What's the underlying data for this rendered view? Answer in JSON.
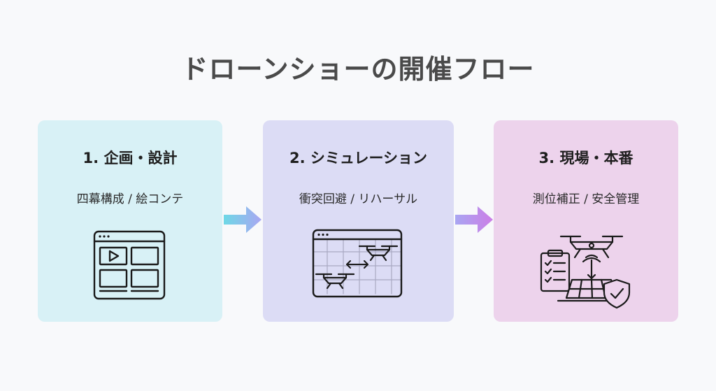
{
  "title": "ドローンショーの開催フロー",
  "steps": [
    {
      "title": "1. 企画・設計",
      "subtitle": "四幕構成 / 絵コンテ",
      "icon": "storyboard-icon",
      "color": "#d8f1f6"
    },
    {
      "title": "2. シミュレーション",
      "subtitle": "衝突回避 / リハーサル",
      "icon": "simulation-grid-drones-icon",
      "color": "#dcdcf5"
    },
    {
      "title": "3. 現場・本番",
      "subtitle": "測位補正 / 安全管理",
      "icon": "drone-checklist-shield-icon",
      "color": "#edd3ec"
    }
  ],
  "arrows": [
    {
      "icon": "arrow-right-icon",
      "from": "#6ed8e6",
      "to": "#a9a6f2"
    },
    {
      "icon": "arrow-right-icon",
      "from": "#a9a6f2",
      "to": "#cc7ee6"
    }
  ]
}
